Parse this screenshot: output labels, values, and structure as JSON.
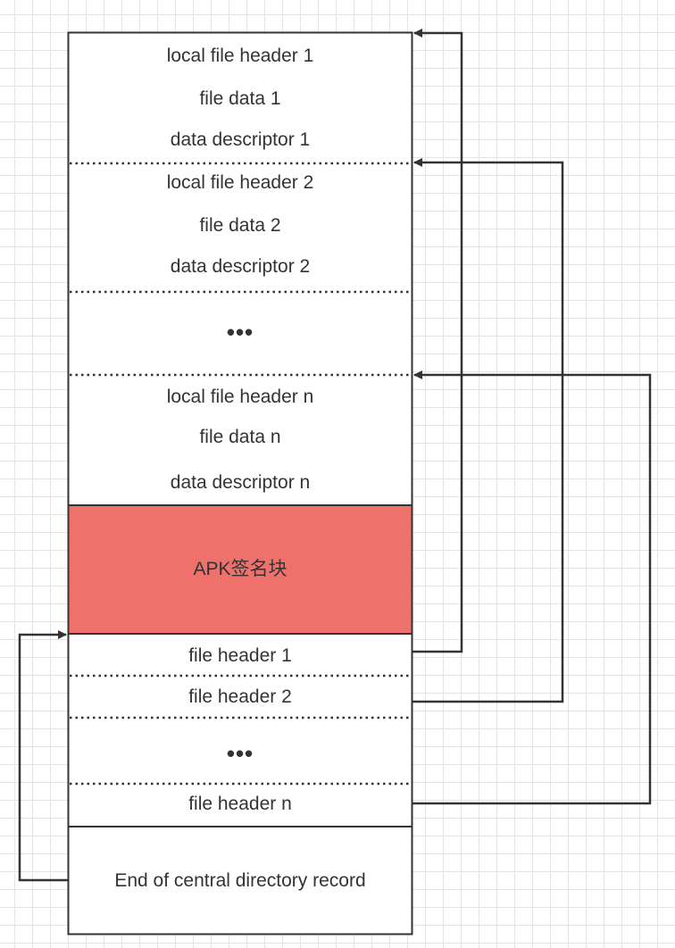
{
  "diagram": {
    "entries": {
      "entry1": {
        "local_file_header": "local file header 1",
        "file_data": "file data 1",
        "data_descriptor": "data descriptor 1"
      },
      "entry2": {
        "local_file_header": "local file header 2",
        "file_data": "file data 2",
        "data_descriptor": "data descriptor 2"
      },
      "ellipsis": "•••",
      "entryn": {
        "local_file_header": "local file header n",
        "file_data": "file data n",
        "data_descriptor": "data descriptor n"
      }
    },
    "signing_block": {
      "label": "APK签名块",
      "color": "#ee716b"
    },
    "central_directory": {
      "header1": "file header 1",
      "header2": "file header 2",
      "ellipsis": "•••",
      "headern": "file header n"
    },
    "eocd": {
      "label": "End of central directory record"
    },
    "colors": {
      "stroke": "#333333",
      "grid": "#e4e4e4",
      "background": "#ffffff"
    }
  }
}
